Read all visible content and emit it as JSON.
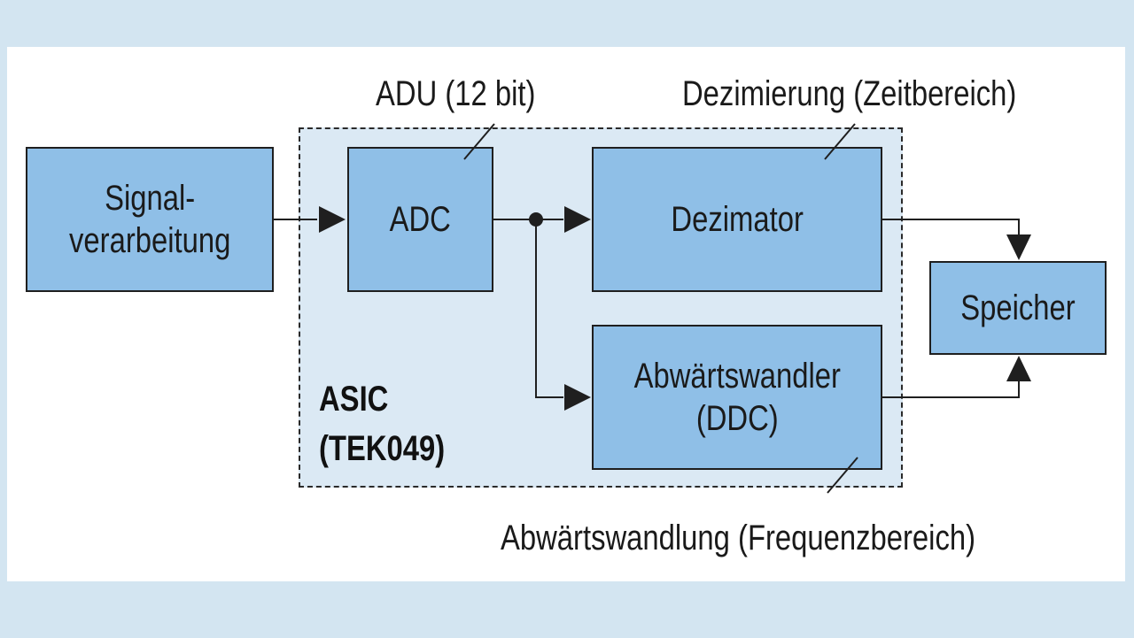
{
  "diagram": {
    "blocks": {
      "signal": "Signal-\nverarbeitung",
      "adc": "ADC",
      "decimator": "Dezimator",
      "downconverter": "Abwärtswandler\n(DDC)",
      "memory": "Speicher"
    },
    "annotations": {
      "adu": "ADU (12 bit)",
      "decimation": "Dezimierung (Zeitbereich)",
      "downconversion": "Abwärtswandlung (Frequenzbereich)"
    },
    "asic_label": "ASIC\n(TEK049)",
    "colors": {
      "background": "#d3e5f1",
      "panel": "#ffffff",
      "asic_region": "#dbe9f4",
      "block_fill": "#8fbfe7",
      "line": "#1f1f1f"
    }
  }
}
